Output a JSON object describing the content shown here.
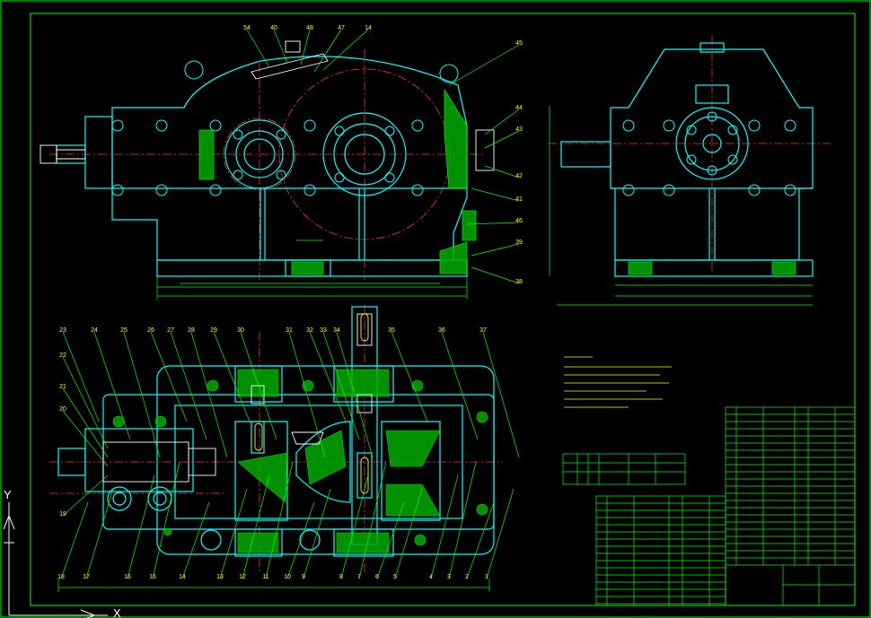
{
  "drawing": {
    "colors": {
      "frame": "#00ff00",
      "outline": "#00ffff",
      "hatch": "#00ff00",
      "centerline": "#ff3030",
      "dimension": "#00ff00",
      "parts": "#ffffff",
      "text_yellow": "#ffff00",
      "leader": "#00ff00",
      "ucs": "#ffffff"
    },
    "front_view_balloons": [
      "54",
      "40",
      "48",
      "47",
      "14",
      "45",
      "44",
      "43",
      "42",
      "41",
      "46",
      "39",
      "38"
    ],
    "top_view_balloons_top": [
      "23",
      "24",
      "25",
      "26",
      "27",
      "28",
      "29",
      "30",
      "31",
      "32",
      "33",
      "34",
      "35",
      "36",
      "37"
    ],
    "top_view_balloons_left": [
      "22",
      "21",
      "20",
      "19"
    ],
    "top_view_balloons_bottom": [
      "18",
      "17",
      "16",
      "15",
      "14",
      "13",
      "12",
      "11",
      "10",
      "9",
      "8",
      "7",
      "6",
      "5",
      "4",
      "3",
      "2",
      "1"
    ],
    "ucs_icon": {
      "x_label": "X",
      "y_label": "Y"
    }
  }
}
